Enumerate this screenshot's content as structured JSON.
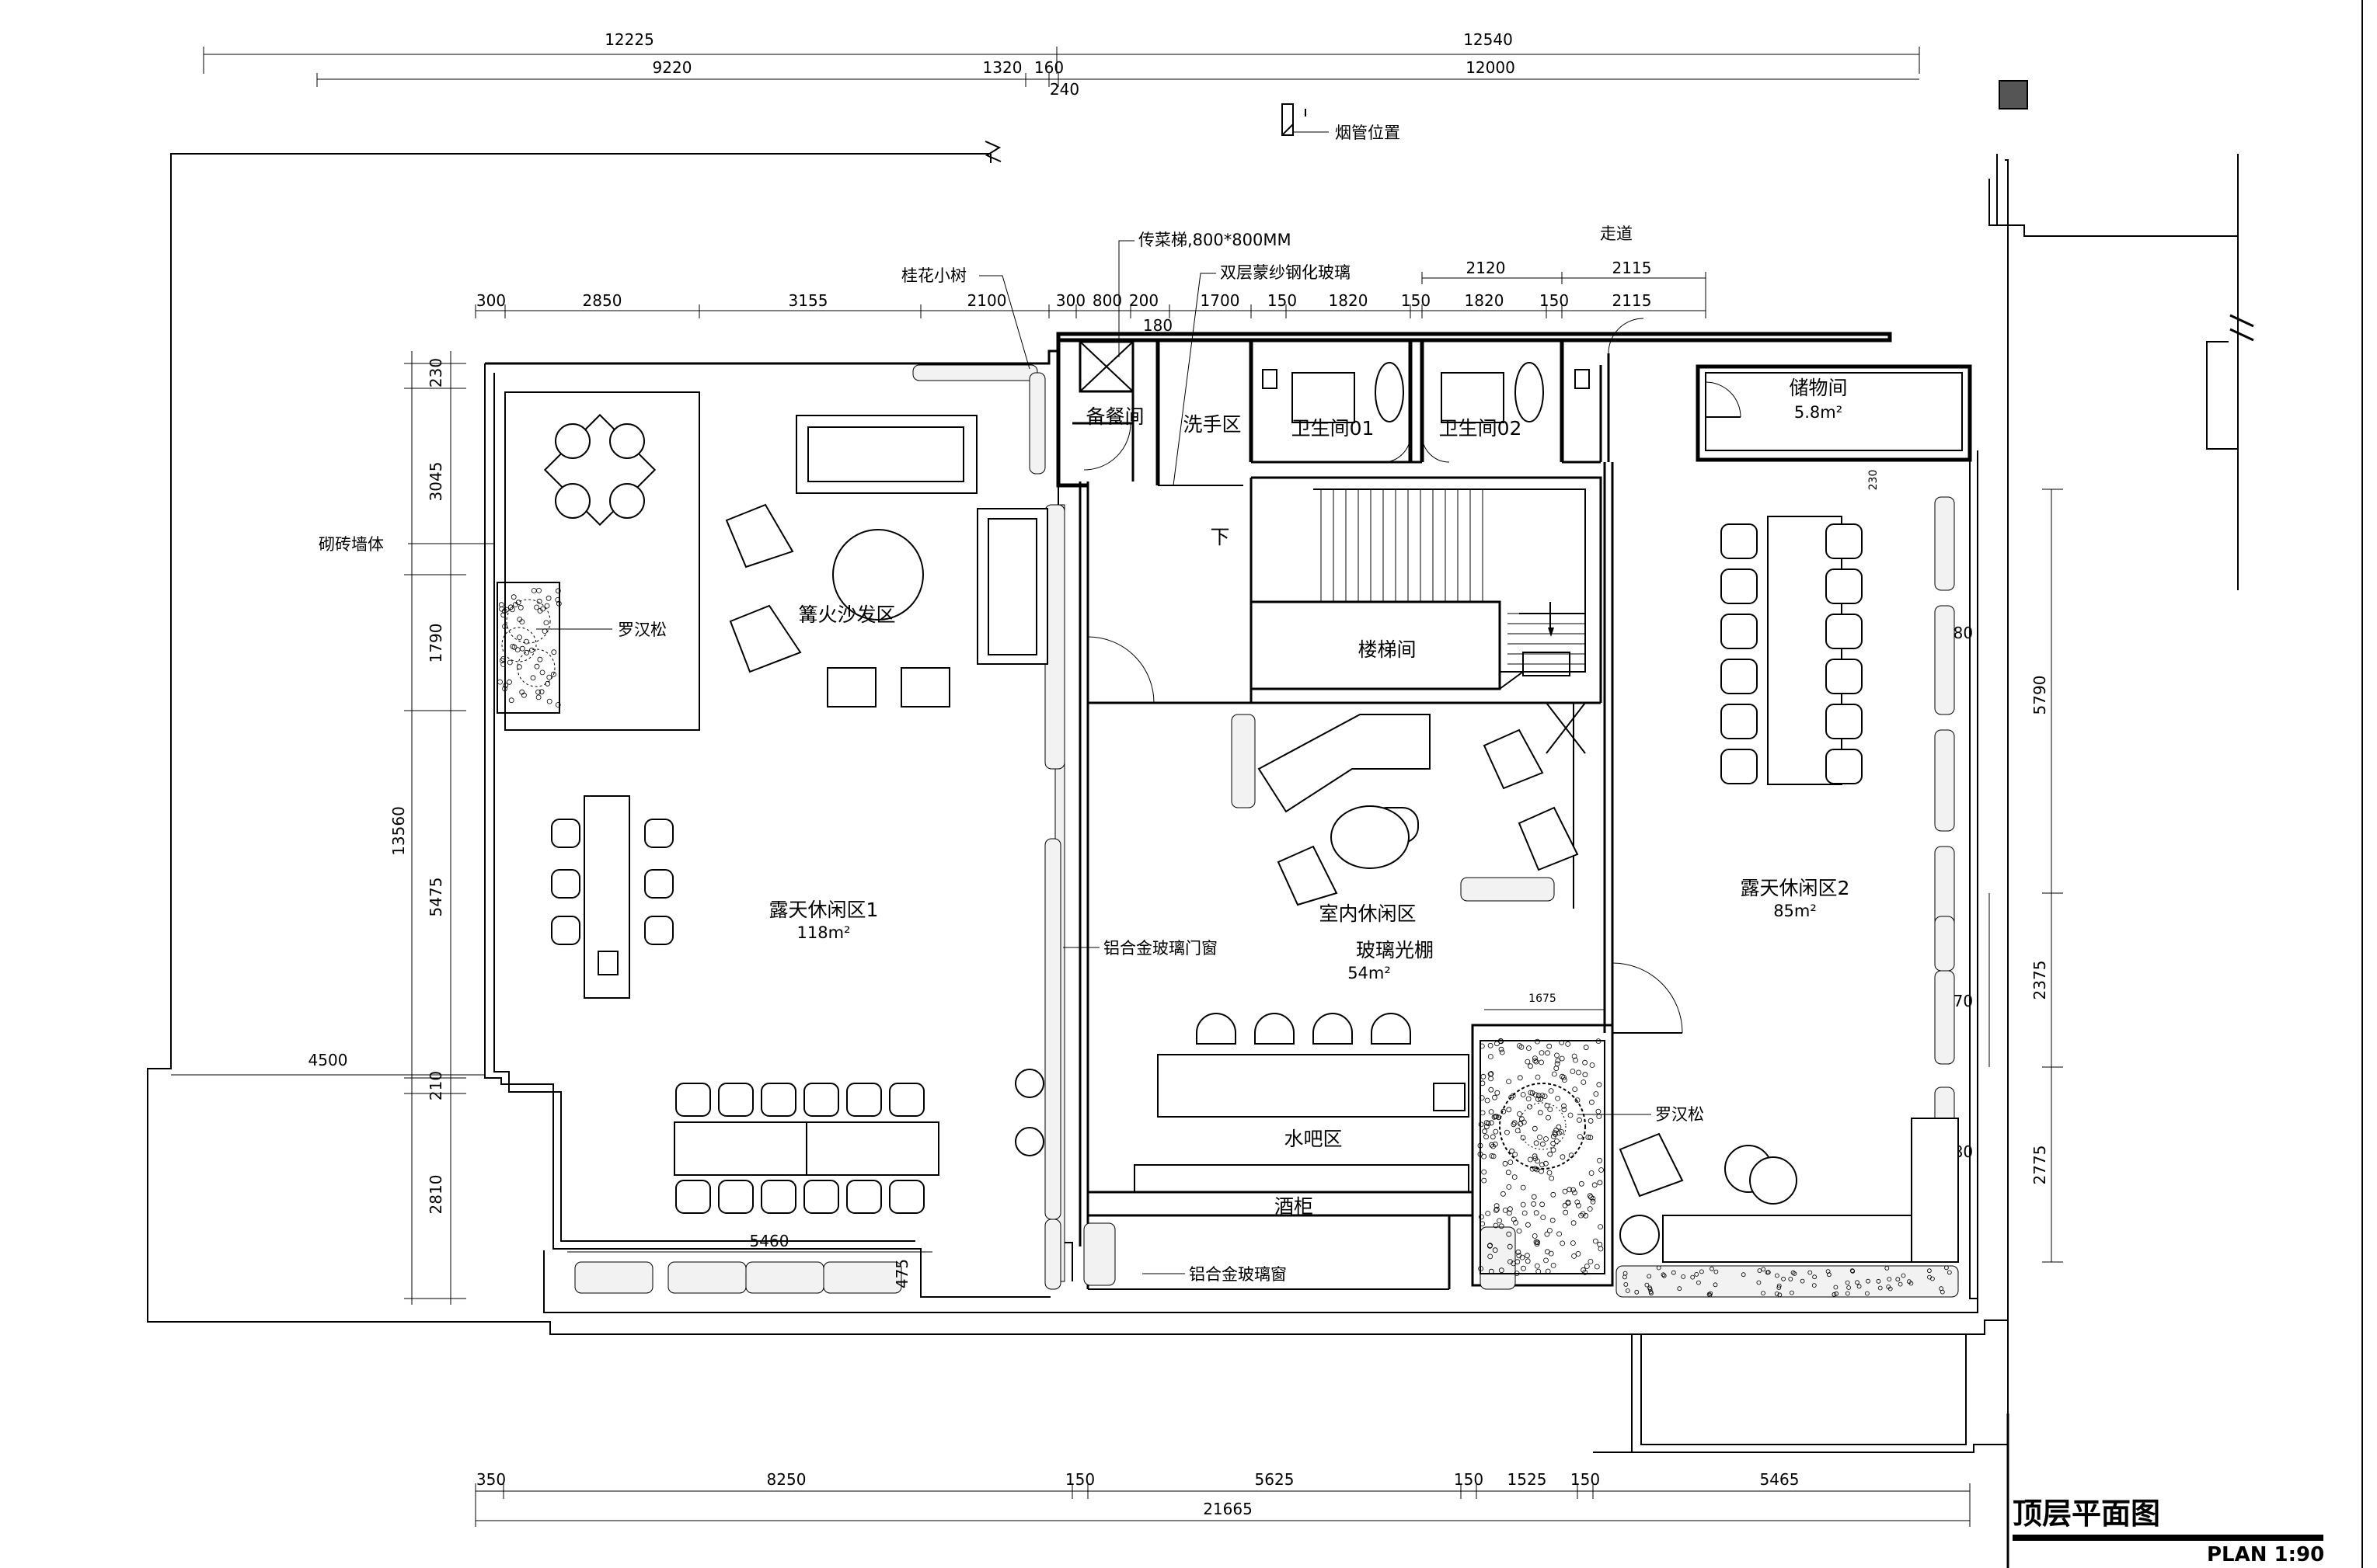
{
  "title": "顶层平面图",
  "plan_scale": "PLAN  1:90",
  "top_dims_row1": [
    "12225",
    "12540"
  ],
  "top_dims_row2": [
    "9220",
    "1320",
    "160",
    "12000"
  ],
  "top_dims_extra": "240",
  "chimney_label": "烟管位置",
  "corridor_label": "走道",
  "room_dims_left": [
    "300",
    "2850",
    "3155",
    "2100",
    "300",
    "800",
    "200"
  ],
  "room_dims_small": "180",
  "room_dims_right": [
    "1700",
    "150",
    "1820",
    "150",
    "1820",
    "150",
    "2115"
  ],
  "room_dims_right_top": [
    "2120",
    "2115"
  ],
  "left_dims": [
    "230",
    "3045",
    "1790",
    "13560",
    "5475",
    "210",
    "2810"
  ],
  "right_dims": [
    "5790",
    "2375",
    "2775"
  ],
  "right_inner_dims": [
    "230",
    "280",
    "370",
    "280"
  ],
  "bottom_dims": [
    "350",
    "8250",
    "150",
    "5625",
    "150",
    "1525",
    "150",
    "5465"
  ],
  "bottom_total": "21665",
  "dim_4500": "4500",
  "dim_5460": "5460",
  "dim_475": "475",
  "dim_1675": "1675",
  "callouts": {
    "osmanthus": "桂花小树",
    "dumbwaiter": "传菜梯,800*800MM",
    "frosted_glass": "双层蒙纱钢化玻璃",
    "brick_wall": "砌砖墙体",
    "pine_left": "罗汉松",
    "pine_right": "罗汉松",
    "alu_door": "铝合金玻璃门窗",
    "alu_window": "铝合金玻璃窗"
  },
  "rooms": {
    "pantry": "备餐间",
    "washing": "洗手区",
    "wc1": "卫生间01",
    "wc2": "卫生间02",
    "storage": "储物间",
    "storage_area": "5.8m²",
    "down": "下",
    "stairs": "楼梯间",
    "bonfire": "篝火沙发区",
    "outdoor1": "露天休闲区1",
    "outdoor1_area": "118m²",
    "indoor": "室内休闲区",
    "glass_roof": "玻璃光棚",
    "indoor_area": "54m²",
    "outdoor2": "露天休闲区2",
    "outdoor2_area": "85m²",
    "bar": "水吧区",
    "wine": "酒柜"
  }
}
